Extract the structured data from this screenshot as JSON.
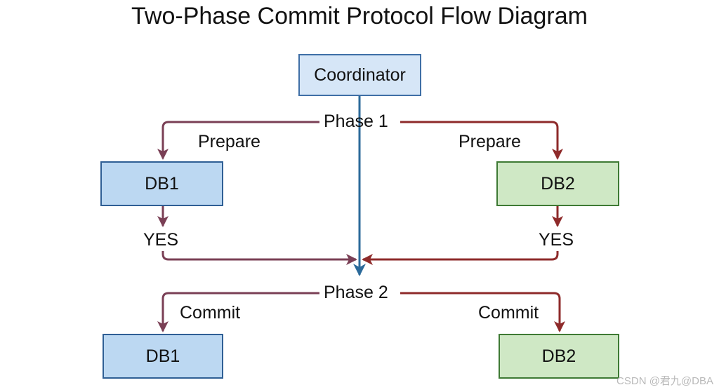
{
  "title": "Two-Phase Commit Protocol Flow Diagram",
  "nodes": {
    "coordinator": "Coordinator",
    "db1_phase1": "DB1",
    "db2_phase1": "DB2",
    "db1_phase2": "DB1",
    "db2_phase2": "DB2"
  },
  "labels": {
    "phase1": "Phase 1",
    "phase2": "Phase 2",
    "prepare_left": "Prepare",
    "prepare_right": "Prepare",
    "yes_left": "YES",
    "yes_right": "YES",
    "commit_left": "Commit",
    "commit_right": "Commit"
  },
  "watermark": "CSDN @君九@DBA",
  "colors": {
    "coordinator_line": "#2b6a9a",
    "db1_arrow": "#7a3f55",
    "db2_arrow": "#8e2a2a",
    "db1_fill": "#bcd8f2",
    "db2_fill": "#cfe8c5"
  }
}
